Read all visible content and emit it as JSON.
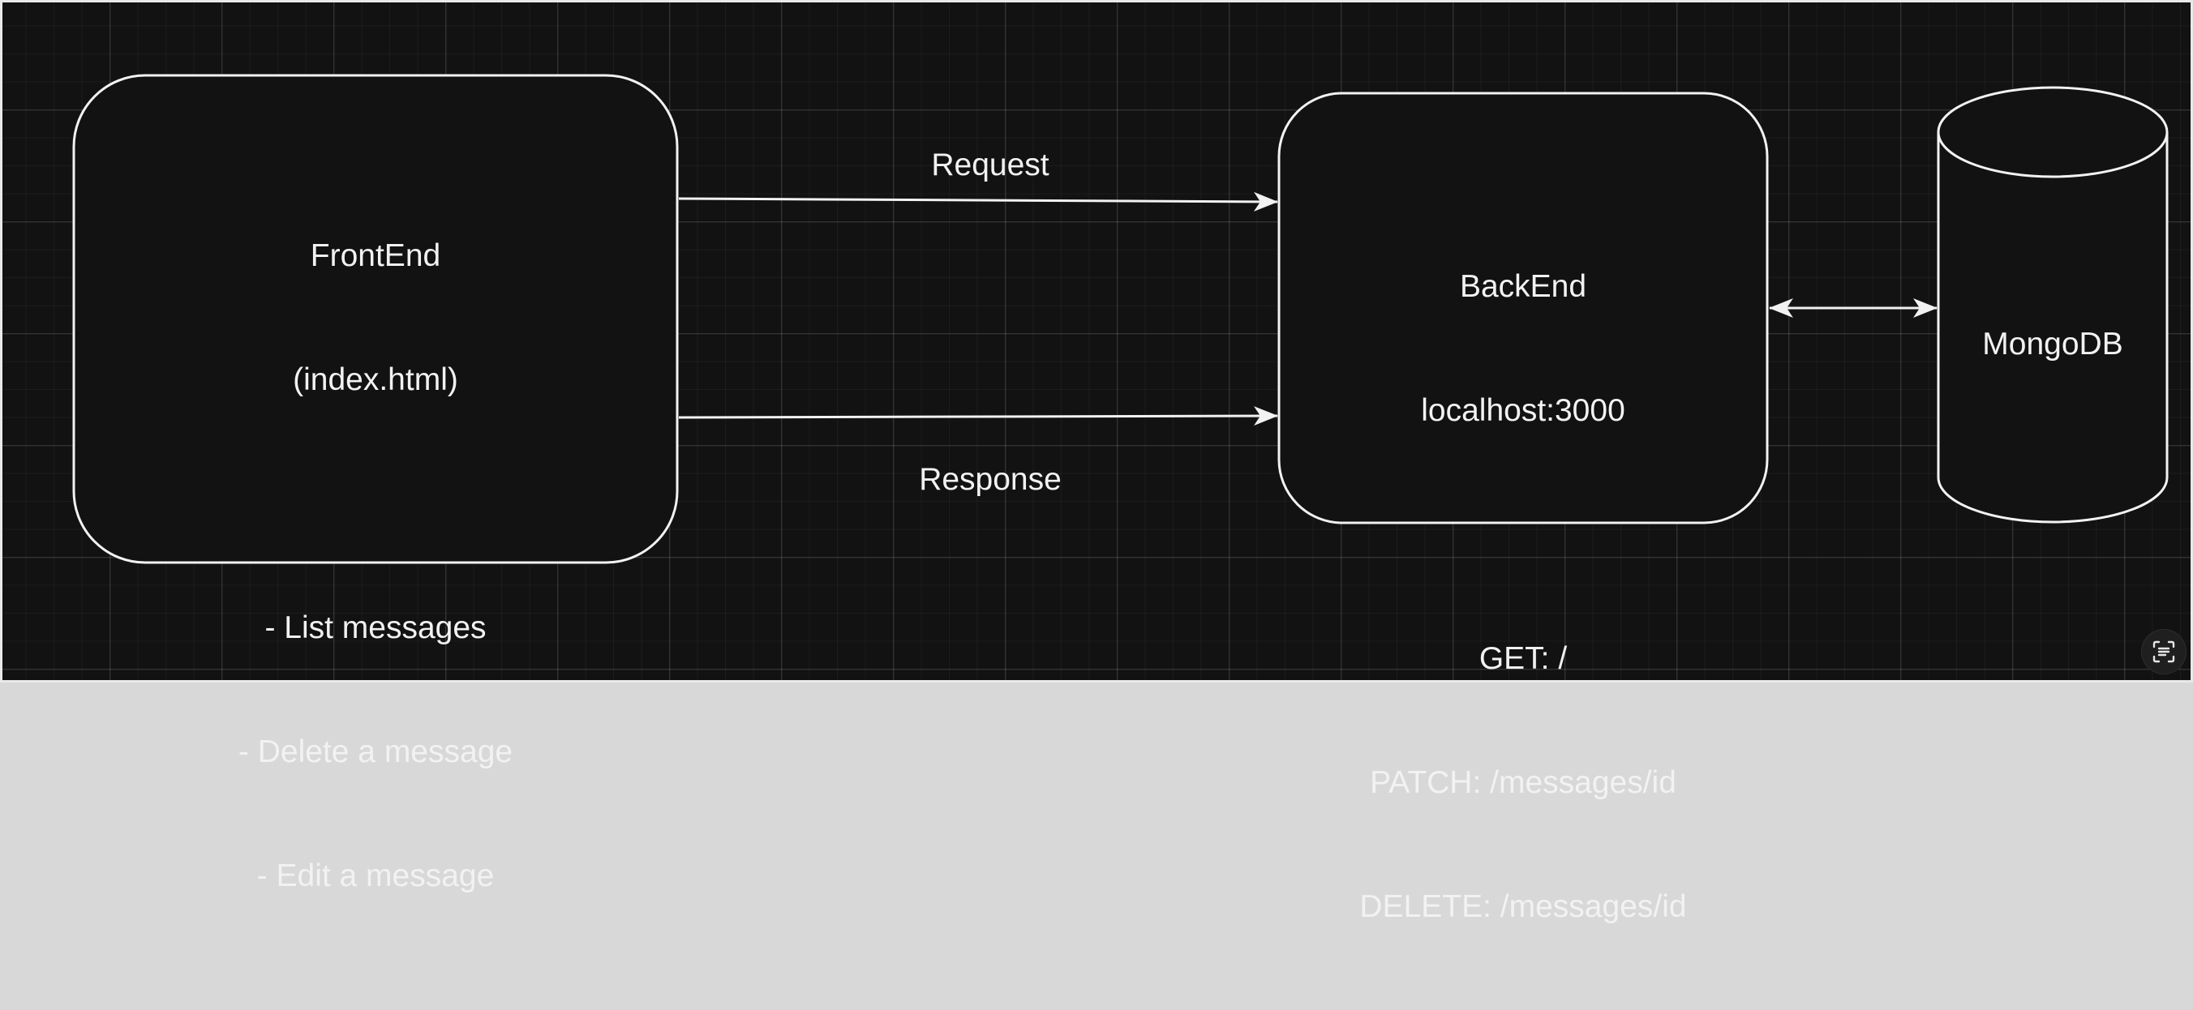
{
  "nodes": {
    "frontend": {
      "lines": [
        "FrontEnd",
        "(index.html)",
        "",
        "- List messages",
        "- Delete a message",
        "- Edit a message"
      ]
    },
    "backend": {
      "lines": [
        "BackEnd",
        "localhost:3000",
        "",
        "GET: /",
        "PATCH: /messages/id",
        "DELETE: /messages/id"
      ]
    },
    "database": {
      "label": "MongoDB"
    }
  },
  "edges": {
    "request": {
      "label": "Request"
    },
    "response": {
      "label": "Response"
    }
  },
  "colors": {
    "canvas": "#121212",
    "stroke": "#f2f2f2",
    "text": "#f2f2f2"
  },
  "icons": {
    "fit_button": "scan-text-icon"
  }
}
